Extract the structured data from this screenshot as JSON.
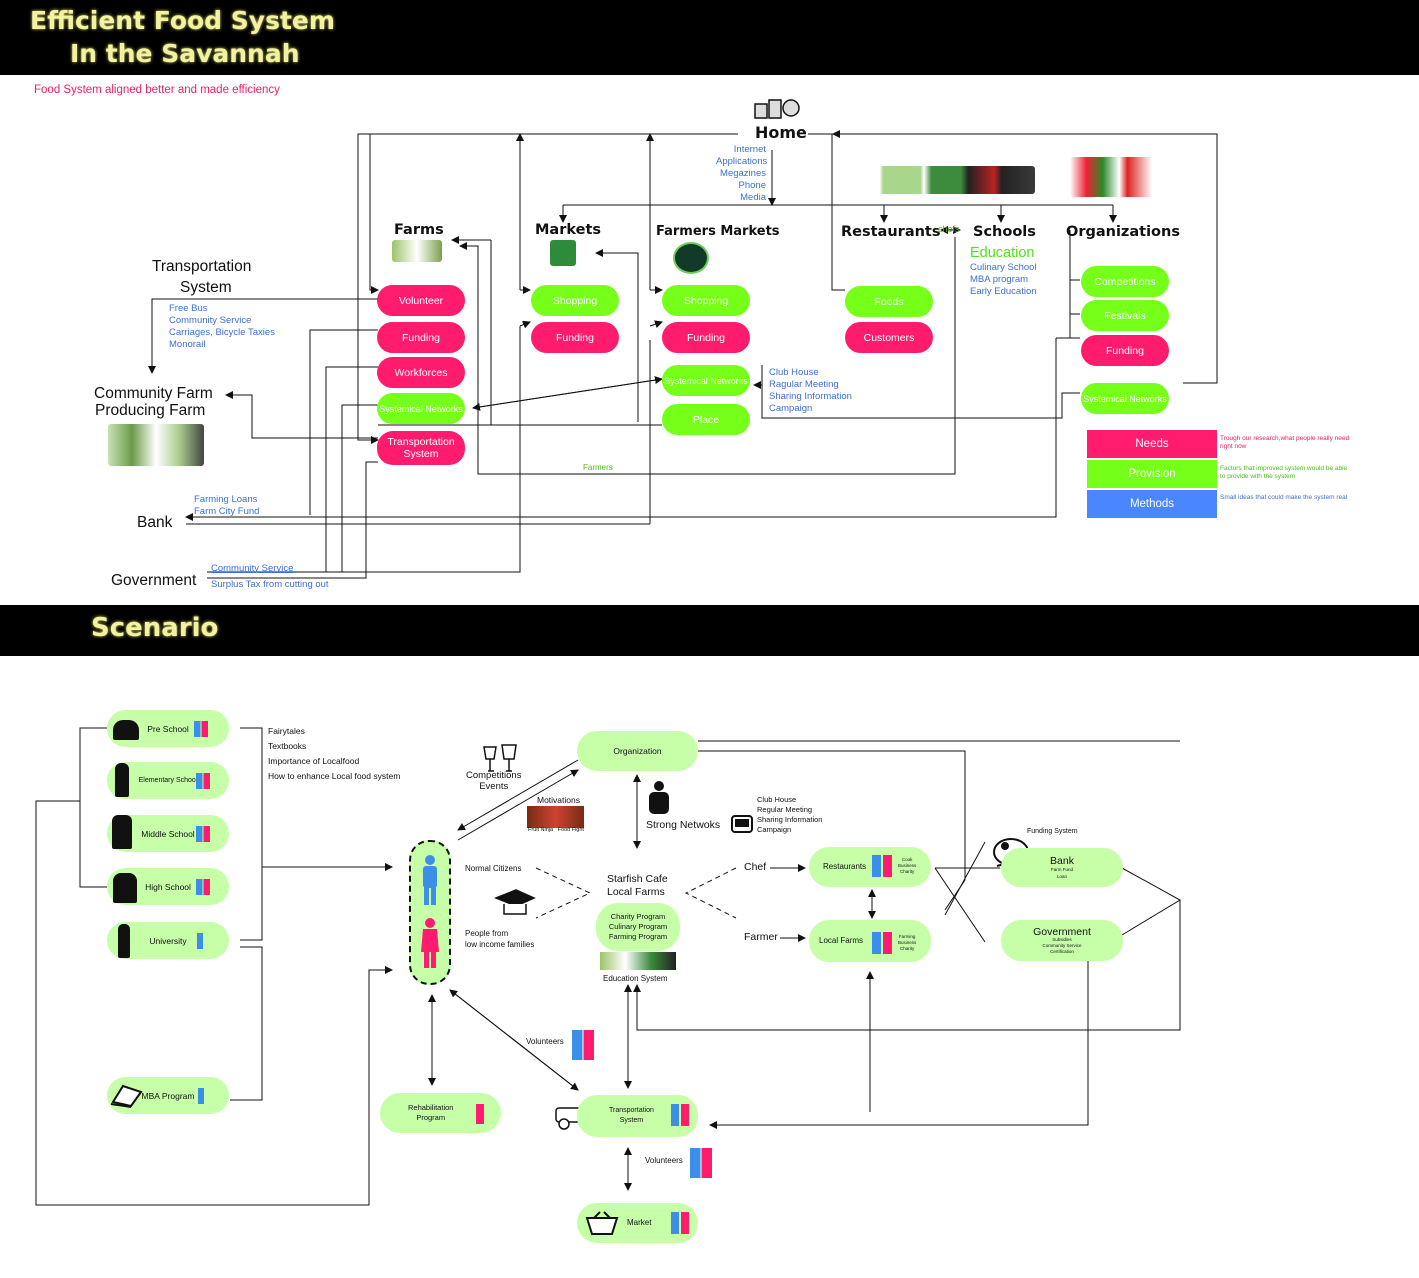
{
  "header": {
    "title_line1": "Efficient Food System",
    "title_line2": "In the Savannah",
    "subtitle": "Food System aligned better and made efficiency"
  },
  "system": {
    "home": "Home",
    "home_methods": "Internet\nApplications\nMegazines\nPhone\nMedia",
    "farms": "Farms",
    "markets": "Markets",
    "farmers_markets": "Farmers Markets",
    "restaurants": "Restaurants",
    "chefs": "chefs",
    "schools": "Schools",
    "education": "Education",
    "schools_methods": "Culinary School\nMBA program\nEarly Education",
    "organizations": "Organizations",
    "transportation_line1": "Transportation",
    "transportation_line2": "System",
    "transport_methods": "Free Bus\nCommunity Service\nCarriages, Bicycle Taxies\nMonorail",
    "community_farm_line1": "Community Farm",
    "community_farm_line2": "Producing Farm",
    "bank": "Bank",
    "bank_methods": "Farming Loans\nFarm City Fund",
    "government": "Government",
    "gov_method1": "Community Service",
    "gov_method2": "Surplus Tax from cutting out",
    "farmers": "Farmers",
    "network_methods": "Club House\nRagular Meeting\nSharing Information\nCampaign",
    "farms_pills": [
      "Volunteer",
      "Funding",
      "Workforces",
      "Systemical Networks",
      "Transportation System"
    ],
    "markets_pills": [
      "Shopping",
      "Funding"
    ],
    "fm_pills": [
      "Shopping",
      "Funding",
      "Systemical Networks",
      "Place"
    ],
    "rest_pills": [
      "Foods",
      "Customers"
    ],
    "org_pills": [
      "Competitions",
      "Festivals",
      "Funding",
      "Systemical Networks"
    ]
  },
  "legend": [
    {
      "label": "Needs",
      "color": "#ff1b6d",
      "desc": "Trough our research,what people really need right now"
    },
    {
      "label": "Provision",
      "color": "#76ff18",
      "desc": "Factors that improved system would be able to provide with the system"
    },
    {
      "label": "Methods",
      "color": "#4a86ff",
      "desc": "Small ideas that could make the system real"
    }
  ],
  "scenario": {
    "title": "Scenario",
    "schools": [
      "Pre School",
      "Elementary School",
      "Middle School",
      "High School",
      "University"
    ],
    "mba": "MBA Program",
    "materials": "Fairytales\nTextbooks\nImportance of Localfood\nHow to enhance Local food system",
    "competitions": "Competitions\nEvents",
    "motivations": "Motivations",
    "motivation_captions": "Fruit Ninja   Food Fight",
    "normal_citizens": "Normal Citizens",
    "low_income": "People from\nlow income families",
    "organization": "Organization",
    "strong_networks": "Strong Netwoks",
    "networks_list": "Club House\nRegular Meeting\nSharing Information\nCampaign",
    "cafe_line1": "Starfish Cafe",
    "cafe_line2": "Local Farms",
    "cafe_programs": "Charity Program\nCulinary Program\nFarming Program",
    "education_system": "Education System",
    "chef": "Chef",
    "farmer": "Farmer",
    "restaurants": "Restaurants",
    "restaurants_sub": "Cook\nBusiness\nCharity",
    "local_farms": "Local Farms",
    "local_farms_sub": "Farming\nBusiness\nCharity",
    "funding_system": "Funding System",
    "bank": "Bank",
    "bank_sub": "Farm Fund\nLoan",
    "government": "Government",
    "government_sub": "Subsidies\nCommunity Service\nCertification",
    "volunteers": "Volunteers",
    "rehab": "Rehabilitation\nProgram",
    "transport": "Transportation\nSystem",
    "market": "Market"
  }
}
